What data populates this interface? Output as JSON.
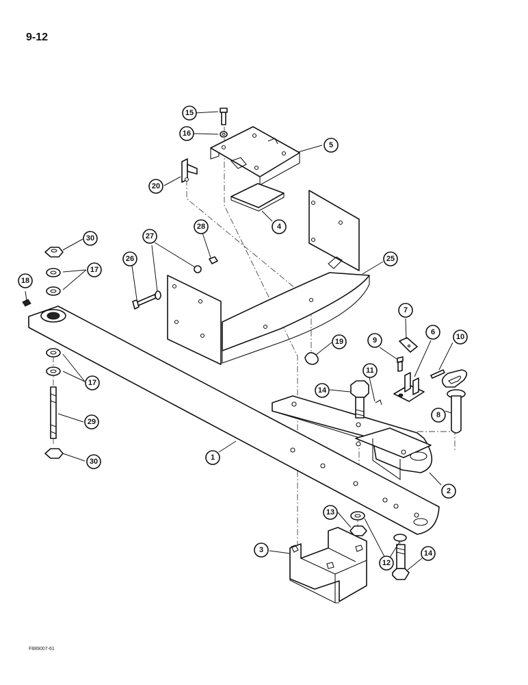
{
  "page_label": "9-12",
  "figure_code": "F889007-61",
  "callouts": [
    {
      "number": "1"
    },
    {
      "number": "2"
    },
    {
      "number": "3"
    },
    {
      "number": "4"
    },
    {
      "number": "5"
    },
    {
      "number": "6"
    },
    {
      "number": "7"
    },
    {
      "number": "8"
    },
    {
      "number": "9"
    },
    {
      "number": "10"
    },
    {
      "number": "11"
    },
    {
      "number": "12"
    },
    {
      "number": "13"
    },
    {
      "number": "14"
    },
    {
      "number": "14"
    },
    {
      "number": "15"
    },
    {
      "number": "16"
    },
    {
      "number": "17"
    },
    {
      "number": "17"
    },
    {
      "number": "18"
    },
    {
      "number": "19"
    },
    {
      "number": "20"
    },
    {
      "number": "25"
    },
    {
      "number": "26"
    },
    {
      "number": "27"
    },
    {
      "number": "28"
    },
    {
      "number": "29"
    },
    {
      "number": "30"
    },
    {
      "number": "30"
    }
  ]
}
